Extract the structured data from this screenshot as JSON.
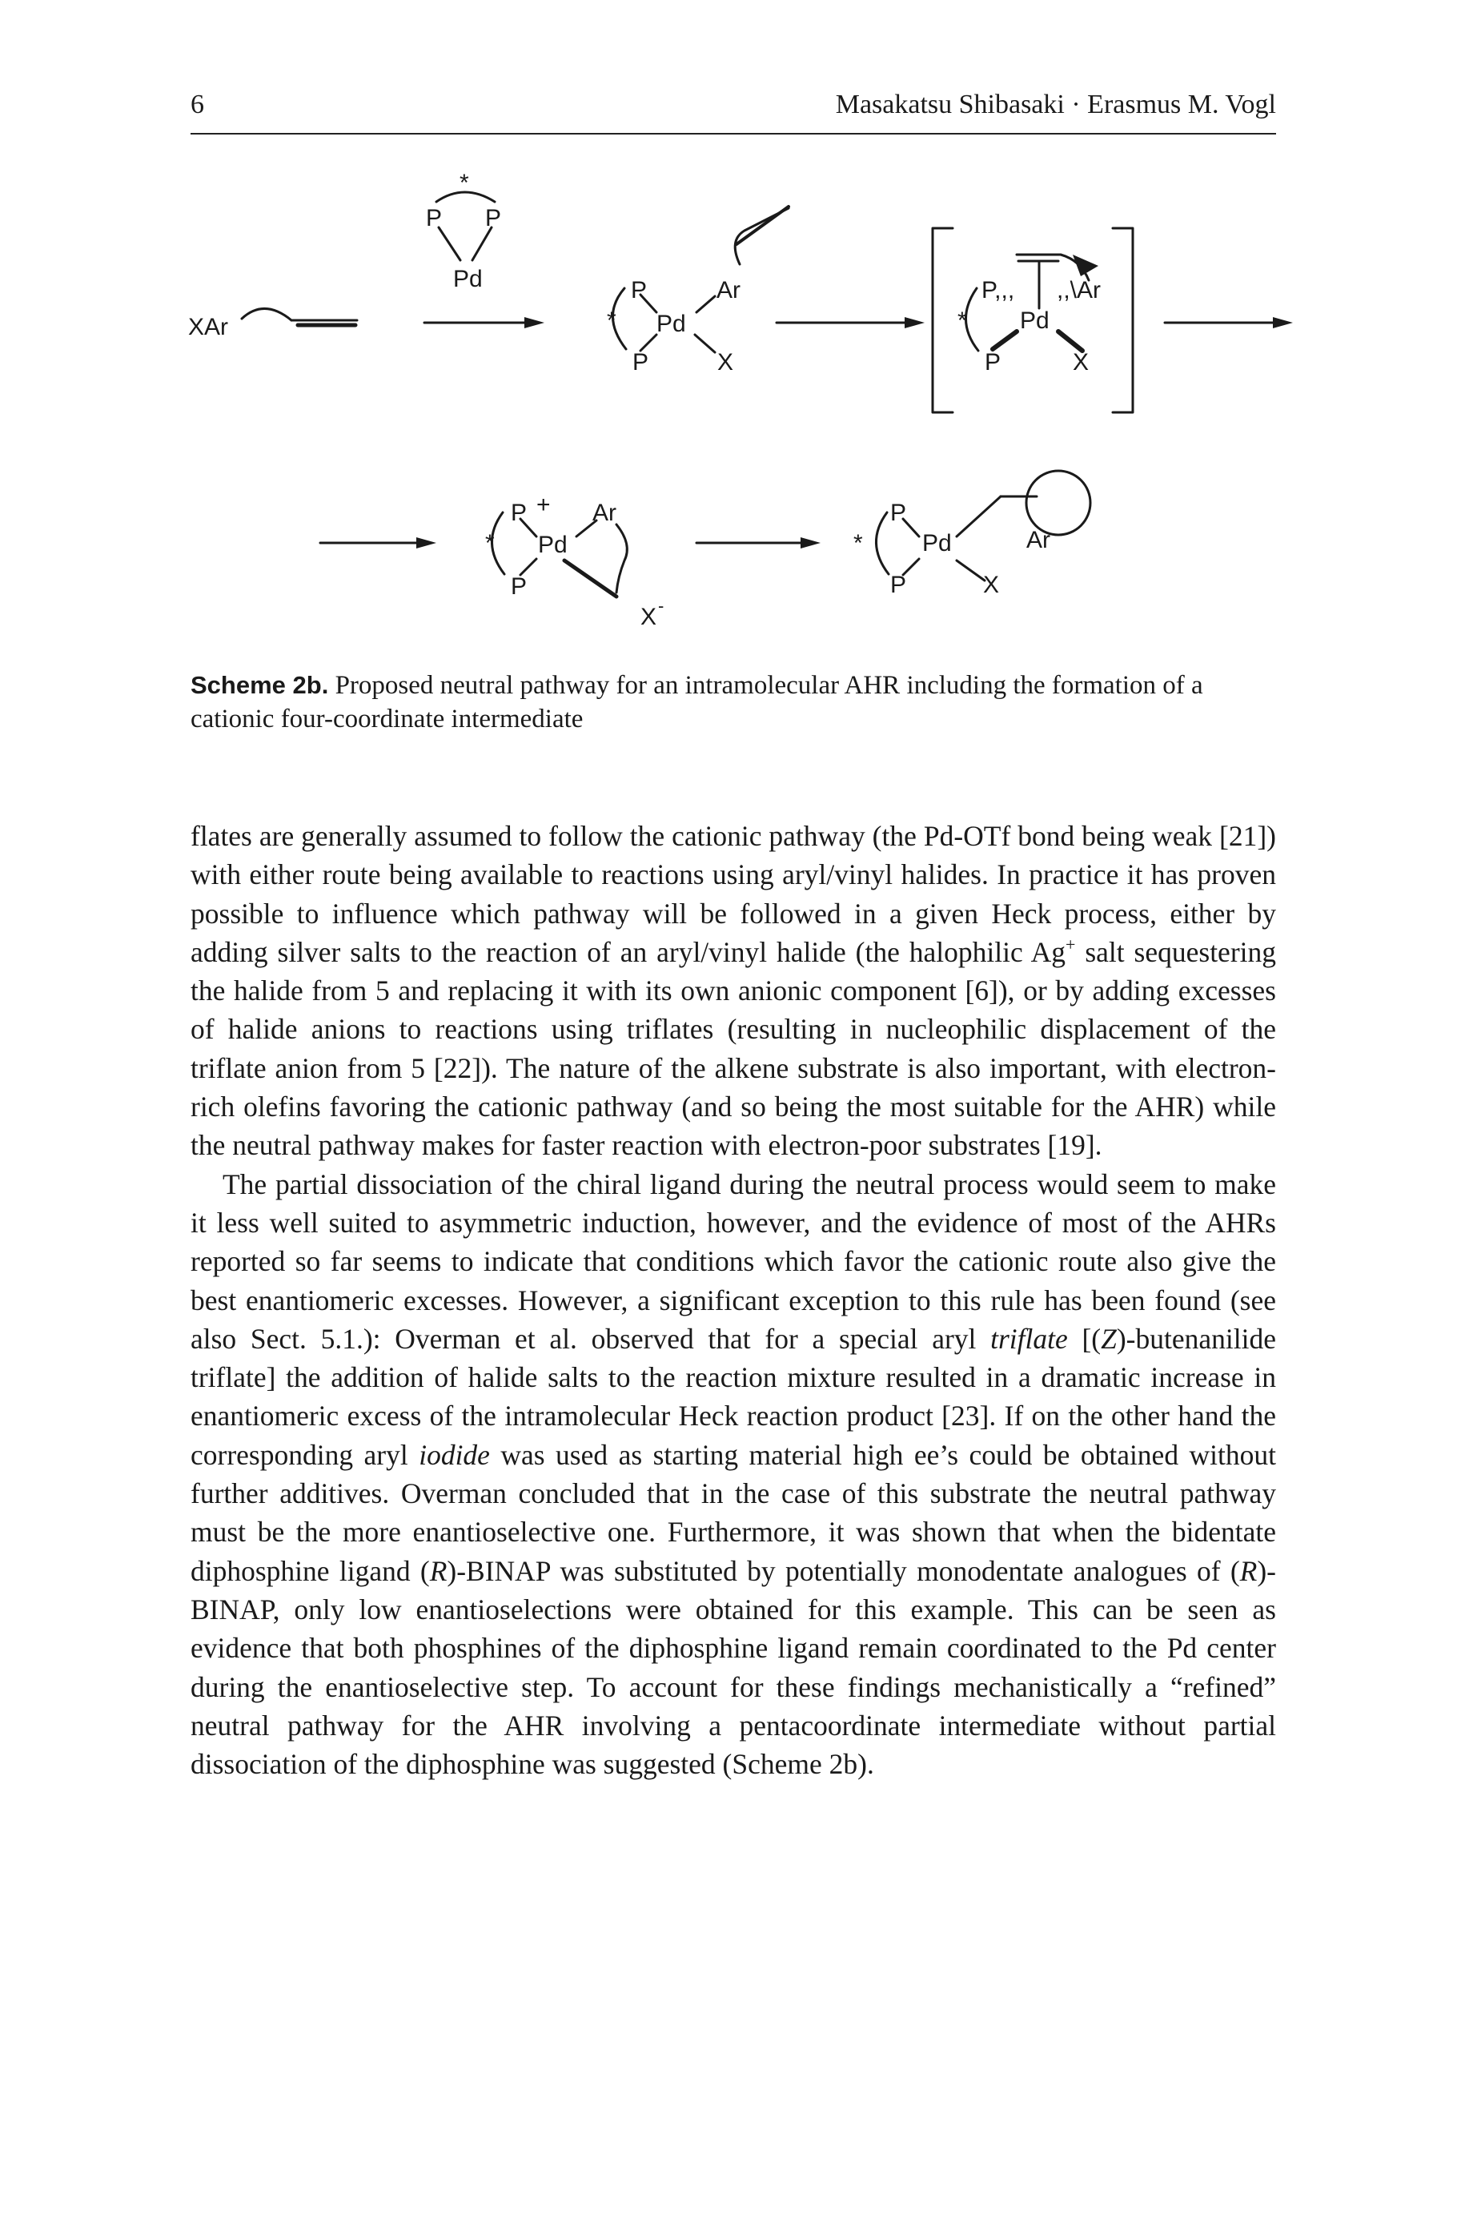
{
  "header": {
    "page_number": "6",
    "authors": "Masakatsu Shibasaki · Erasmus M. Vogl"
  },
  "scheme": {
    "caption_label": "Scheme 2b.",
    "caption_text": " Proposed neutral pathway for an intramolecular AHR including the formation of a cationic four-coordinate intermediate",
    "labels": {
      "xar": "XAr",
      "p": "P",
      "pd": "Pd",
      "ar": "Ar",
      "x": "X",
      "star": "*",
      "plus": "+",
      "x_minus": "X",
      "minus": "-",
      "p_wedge": "P,,,",
      "ar_hash": ",,\\Ar"
    }
  },
  "body": {
    "p1_a": "flates are generally assumed to follow the cationic pathway (the Pd-OTf bond being weak [21]) with either route being available to reactions using aryl/vinyl halides. In practice it has proven possible to influence which pathway will be followed in a given Heck process, either by adding silver salts to the reaction of an aryl/vinyl halide (the halophilic Ag",
    "p1_sup": "+",
    "p1_b": " salt sequestering the halide from 5 and replacing it with its own anionic component [6]), or by adding excesses of halide anions to reactions using triflates (resulting in nucleophilic displacement of the triflate anion from 5 [22]). The nature of the alkene substrate is also important, with electron-rich olefins favoring the cationic pathway (and so being the most suitable for the AHR) while the neutral pathway makes for faster reaction with electron-poor substrates [19].",
    "p2_a": "The partial dissociation of the chiral ligand during the neutral process would seem to make it less well suited to asymmetric induction, however, and the evidence of most of the AHRs reported so far seems to indicate that conditions which favor the cationic route also give the best enantiomeric excesses. However, a significant exception to this rule has been found (see also Sect. 5.1.): Overman et al. observed that for a special aryl ",
    "p2_triflate": "triflate",
    "p2_b": " [(",
    "p2_z": "Z",
    "p2_c": ")-butenanilide triflate] the addition of halide salts to the reaction mixture resulted in a dramatic increase in enantiomeric excess of the intramolecular Heck reaction product [23]. If on the other hand the corresponding aryl ",
    "p2_iodide": "iodide",
    "p2_d": " was used as starting material high ee’s could be obtained without further additives. Overman concluded that in the case of this substrate the neutral pathway must be the more enantioselective one. Furthermore, it was shown that when the bidentate diphosphine ligand (",
    "p2_r1": "R",
    "p2_e": ")-BINAP was substituted by potentially monodentate analogues of (",
    "p2_r2": "R",
    "p2_f": ")-BINAP, only low enantioselections were obtained for this example. This can be seen as evidence that both phosphines of the diphosphine ligand remain coordinated to the Pd center during the enantioselective step. To account for these findings mechanistically a “refined” neutral pathway for the AHR involving a pentacoordinate intermediate without partial dissociation of the diphosphine was suggested (Scheme 2b)."
  }
}
